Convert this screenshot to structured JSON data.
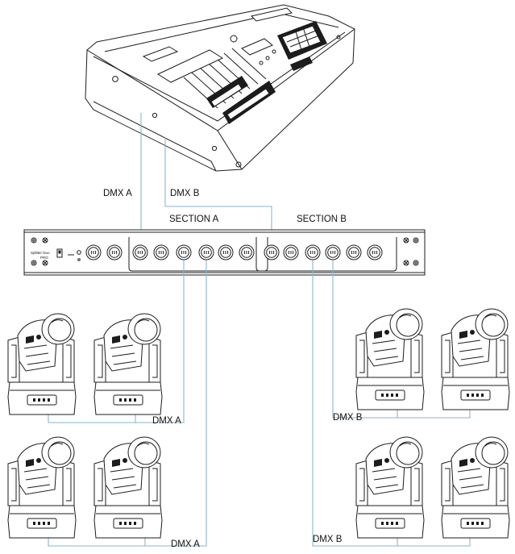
{
  "labels": {
    "console_out_a": "DMX A",
    "console_out_b": "DMX B",
    "section_a": "SECTION A",
    "section_b": "SECTION B",
    "group_a_upper": "DMX A",
    "group_a_lower": "DMX A",
    "group_b_upper": "DMX B",
    "group_b_lower": "DMX B"
  },
  "splitter": {
    "name_line1": "Splitter Duo",
    "name_line2": "PRO"
  },
  "colors": {
    "line_art": "#1c1c1c",
    "dmx_wire": "#8ab6cf",
    "background": "#ffffff"
  }
}
